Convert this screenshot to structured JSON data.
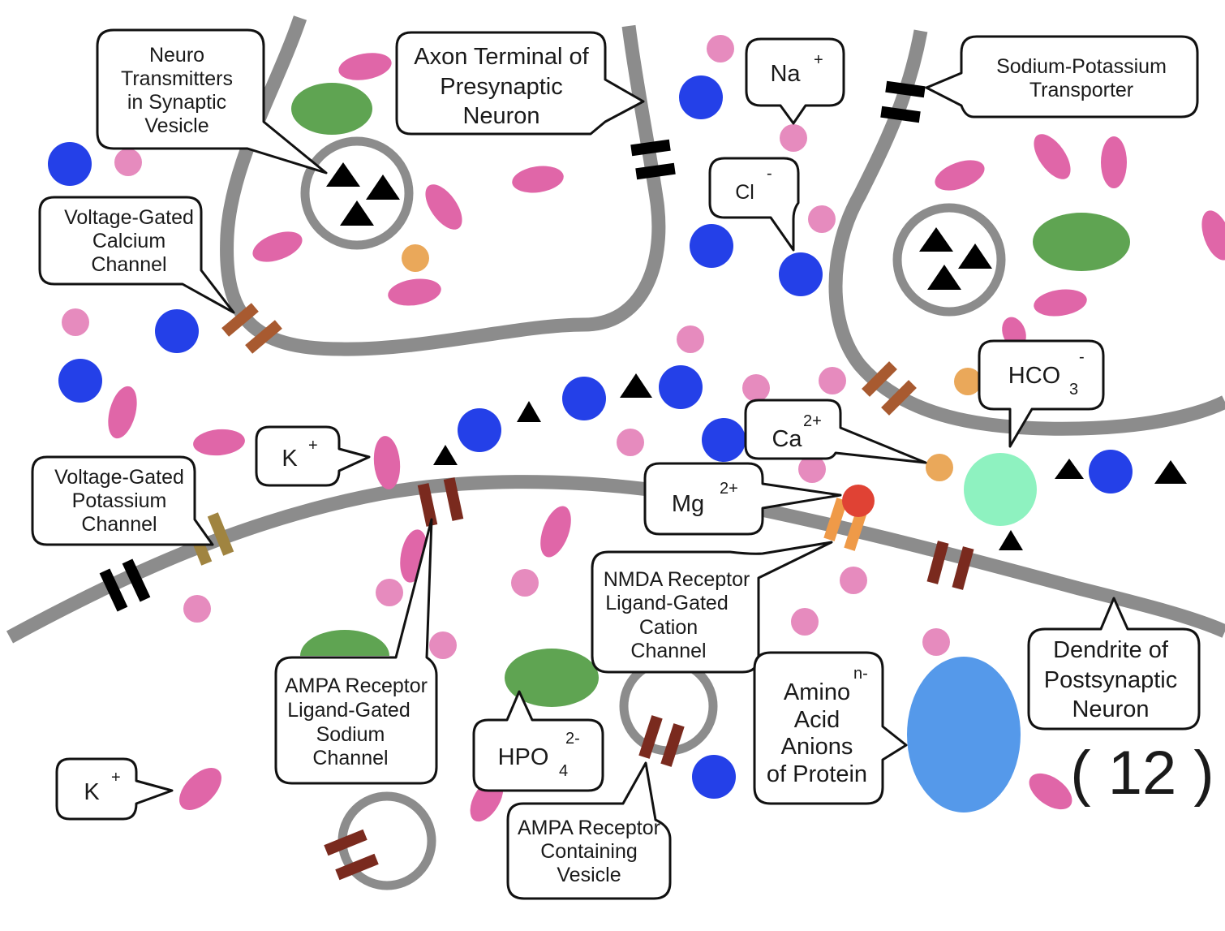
{
  "figure": {
    "title": "Synapse diagram: presynaptic axon terminals, synaptic cleft ions, and postsynaptic dendrite",
    "figure_number": "( 12 )"
  },
  "colors": {
    "membrane": "#8c8c8c",
    "potassium_ion": "#e066a8",
    "sodium_ion": "#e68bbe",
    "chloride_ion": "#2440e8",
    "calcium_ion": "#eaa85a",
    "magnesium_ion": "#e04234",
    "bicarbonate_ion": "#8ef2c0",
    "phosphate_ion": "#5fa452",
    "protein_anion": "#5599ea",
    "neurotransmitter": "#000000",
    "calcium_channel": "#a85a30",
    "potassium_channel": "#a08440",
    "ampa_receptor": "#7a2a1e",
    "nmda_receptor": "#ef9a48",
    "na_k_transporter": "#000000"
  },
  "labels": {
    "neurotransmitters": [
      "Neuro",
      "Transmitters",
      "in Synaptic",
      "Vesicle"
    ],
    "axon_terminal": [
      "Axon Terminal of",
      "Presynaptic",
      "Neuron"
    ],
    "sodium_ion": {
      "symbol": "Na",
      "charge": "+"
    },
    "chloride_ion": {
      "symbol": "Cl",
      "charge": "-"
    },
    "na_k_transporter": [
      "Sodium-Potassium",
      "Transporter"
    ],
    "calcium_channel": [
      "Voltage-Gated",
      "Calcium",
      "Channel"
    ],
    "bicarbonate_ion": {
      "symbol": "HCO",
      "subscript": "3",
      "charge": "-"
    },
    "calcium_ion": {
      "symbol": "Ca",
      "charge": "2+"
    },
    "potassium_ion_upper": {
      "symbol": "K",
      "charge": "+"
    },
    "potassium_channel": [
      "Voltage-Gated",
      "Potassium",
      "Channel"
    ],
    "magnesium_ion": {
      "symbol": "Mg",
      "charge": "2+"
    },
    "nmda_receptor": [
      "NMDA Receptor",
      "Ligand-Gated",
      "Cation",
      "Channel"
    ],
    "ampa_receptor": [
      "AMPA Receptor",
      "Ligand-Gated",
      "Sodium",
      "Channel"
    ],
    "phosphate_ion": {
      "symbol": "HPO",
      "subscript": "4",
      "charge": "2-"
    },
    "ampa_vesicle": [
      "AMPA Receptor",
      "Containing",
      "Vesicle"
    ],
    "protein_anions": {
      "lines": [
        "Amino",
        "Acid",
        "Anions",
        "of Protein"
      ],
      "charge": "n-"
    },
    "dendrite": [
      "Dendrite of",
      "Postsynaptic",
      "Neuron"
    ],
    "potassium_ion_lower": {
      "symbol": "K",
      "charge": "+"
    }
  }
}
